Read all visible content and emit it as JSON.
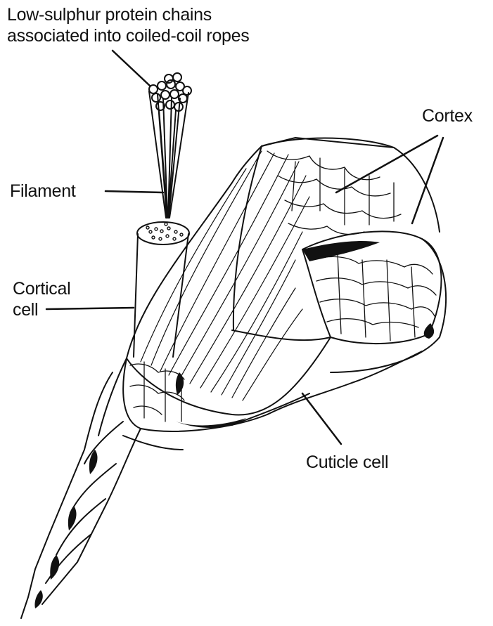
{
  "labels": {
    "protein_chains": {
      "line1": "Low-sulphur protein chains",
      "line2": "associated into coiled-coil ropes"
    },
    "filament": "Filament",
    "cortical_cell": {
      "line1": "Cortical",
      "line2": "cell"
    },
    "cortex": "Cortex",
    "cuticle_cell": "Cuticle cell"
  },
  "colors": {
    "ink": "#111111",
    "paper": "#ffffff"
  }
}
